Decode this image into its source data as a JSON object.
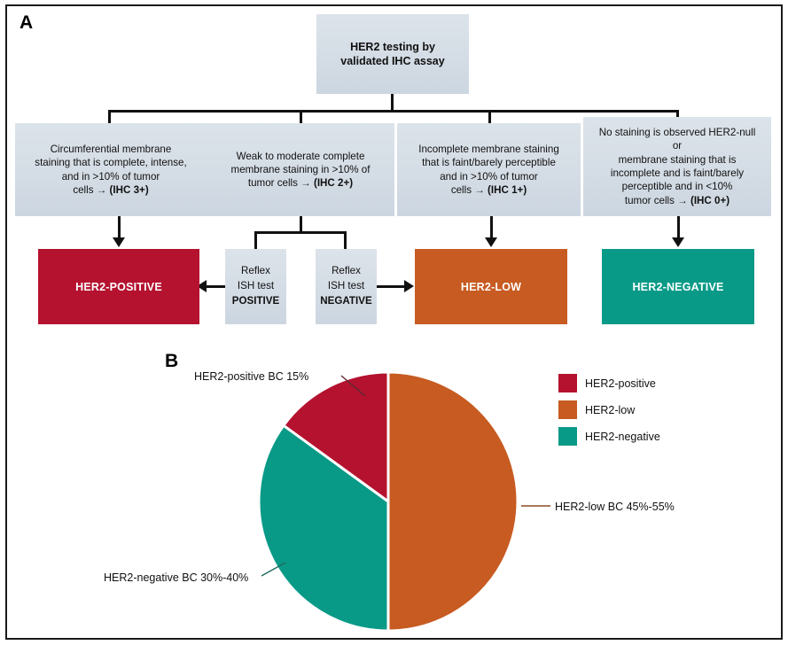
{
  "figure": {
    "panel_a_letter": "A",
    "panel_b_letter": "B"
  },
  "colors": {
    "her2_positive": "#B4122F",
    "her2_low": "#C75B21",
    "her2_negative": "#099A87",
    "node_fill": "#d4dce5",
    "line": "#111111",
    "frame": "#1a1a1a"
  },
  "flowchart": {
    "root": {
      "line1": "HER2 testing by",
      "line2": "validated IHC assay"
    },
    "criteria": [
      {
        "name": "ihc-3plus",
        "lines": [
          "Circumferential membrane",
          "staining that is complete, intense,",
          "and in >10% of tumor"
        ],
        "tail_prefix": "cells → ",
        "tail_bold": "(IHC 3+)"
      },
      {
        "name": "ihc-2plus",
        "lines": [
          "Weak to moderate complete",
          "membrane staining in >10% of"
        ],
        "tail_prefix": "tumor cells → ",
        "tail_bold": "(IHC 2+)"
      },
      {
        "name": "ihc-1plus",
        "lines": [
          "Incomplete membrane staining",
          "that is faint/barely perceptible",
          "and in >10% of tumor"
        ],
        "tail_prefix": "cells → ",
        "tail_bold": "(IHC 1+)"
      },
      {
        "name": "ihc-0plus",
        "lines": [
          "No staining is observed HER2-null",
          "or",
          "membrane staining that is",
          "incomplete and is faint/barely",
          "perceptible and in <10%"
        ],
        "tail_prefix": "tumor cells → ",
        "tail_bold": "(IHC 0+)"
      }
    ],
    "reflex_positive": {
      "line1": "Reflex",
      "line2": "ISH test",
      "line3_bold": "POSITIVE"
    },
    "reflex_negative": {
      "line1": "Reflex",
      "line2": "ISH test",
      "line3_bold": "NEGATIVE"
    },
    "results": {
      "positive": "HER2-POSITIVE",
      "low": "HER2-LOW",
      "negative": "HER2-NEGATIVE"
    }
  },
  "chart_data": {
    "type": "pie",
    "title": "",
    "categories": [
      "HER2-positive",
      "HER2-low",
      "HER2-negative"
    ],
    "values": [
      15,
      50,
      35
    ],
    "slice_colors": [
      "#B4122F",
      "#C75B21",
      "#099A87"
    ],
    "start_angle_deg": 0,
    "direction": "clockwise",
    "legend_position": "right",
    "legend": [
      "HER2-positive",
      "HER2-low",
      "HER2-negative"
    ],
    "annotations": [
      {
        "name": "her2-positive-callout",
        "text": "HER2-positive BC 15%",
        "slice": "HER2-positive"
      },
      {
        "name": "her2-low-callout",
        "text": "HER2-low BC 45%-55%",
        "slice": "HER2-low"
      },
      {
        "name": "her2-negative-callout",
        "text": "HER2-negative BC 30%-40%",
        "slice": "HER2-negative"
      }
    ]
  }
}
